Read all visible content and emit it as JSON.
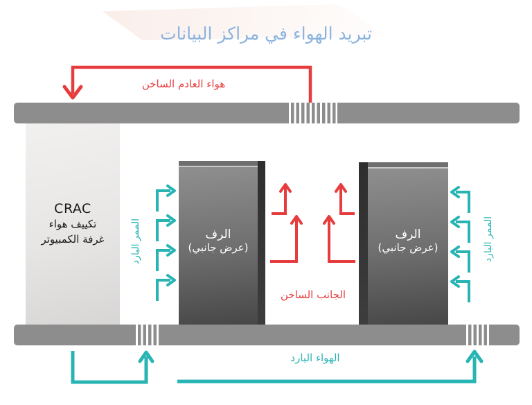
{
  "title": "تبريد الهواء في مراكز البيانات",
  "colors": {
    "hot": "#e73c3e",
    "cold": "#29b4b4",
    "title-blue": "#8cb4de",
    "gray": "#8d8d8d"
  },
  "labels": {
    "hot_exhaust": "هواء العادم الساخن",
    "hot_side": "الجانب الساخن",
    "cold_air": "الهواء البارد",
    "cold_aisle_left": "الممر البارد",
    "cold_aisle_right": "الممر البارد"
  },
  "crac": {
    "acronym": "CRAC",
    "line2": "تكييف هواء",
    "line3": "غرفة الكمبيوتر"
  },
  "racks": [
    {
      "title": "الرف",
      "subtitle": "(عرض جانبي)"
    },
    {
      "title": "الرف",
      "subtitle": "(عرض جانبي)"
    }
  ]
}
